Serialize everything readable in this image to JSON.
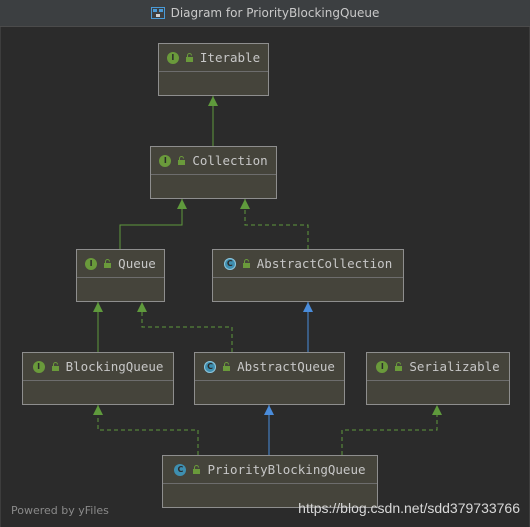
{
  "window": {
    "title": "Diagram for PriorityBlockingQueue",
    "title_icon": "diagram-icon"
  },
  "nodes": {
    "iterable": {
      "name": "Iterable",
      "kind": "interface",
      "badge": "I"
    },
    "collection": {
      "name": "Collection",
      "kind": "interface",
      "badge": "I"
    },
    "queue": {
      "name": "Queue",
      "kind": "interface",
      "badge": "I"
    },
    "abstract_collection": {
      "name": "AbstractCollection",
      "kind": "abstract-class",
      "badge": "C"
    },
    "blocking_queue": {
      "name": "BlockingQueue",
      "kind": "interface",
      "badge": "I"
    },
    "abstract_queue": {
      "name": "AbstractQueue",
      "kind": "abstract-class",
      "badge": "C"
    },
    "serializable": {
      "name": "Serializable",
      "kind": "interface",
      "badge": "I"
    },
    "priority_blocking_queue": {
      "name": "PriorityBlockingQueue",
      "kind": "class",
      "badge": "C"
    }
  },
  "colors": {
    "interface_extends": "#5f9a3c",
    "class_extends": "#4a8cdb",
    "implements_dashed": "#5f9a3c"
  },
  "footer": {
    "powered_by": "Powered by yFiles",
    "watermark": "https://blog.csdn.net/sdd379733766"
  }
}
